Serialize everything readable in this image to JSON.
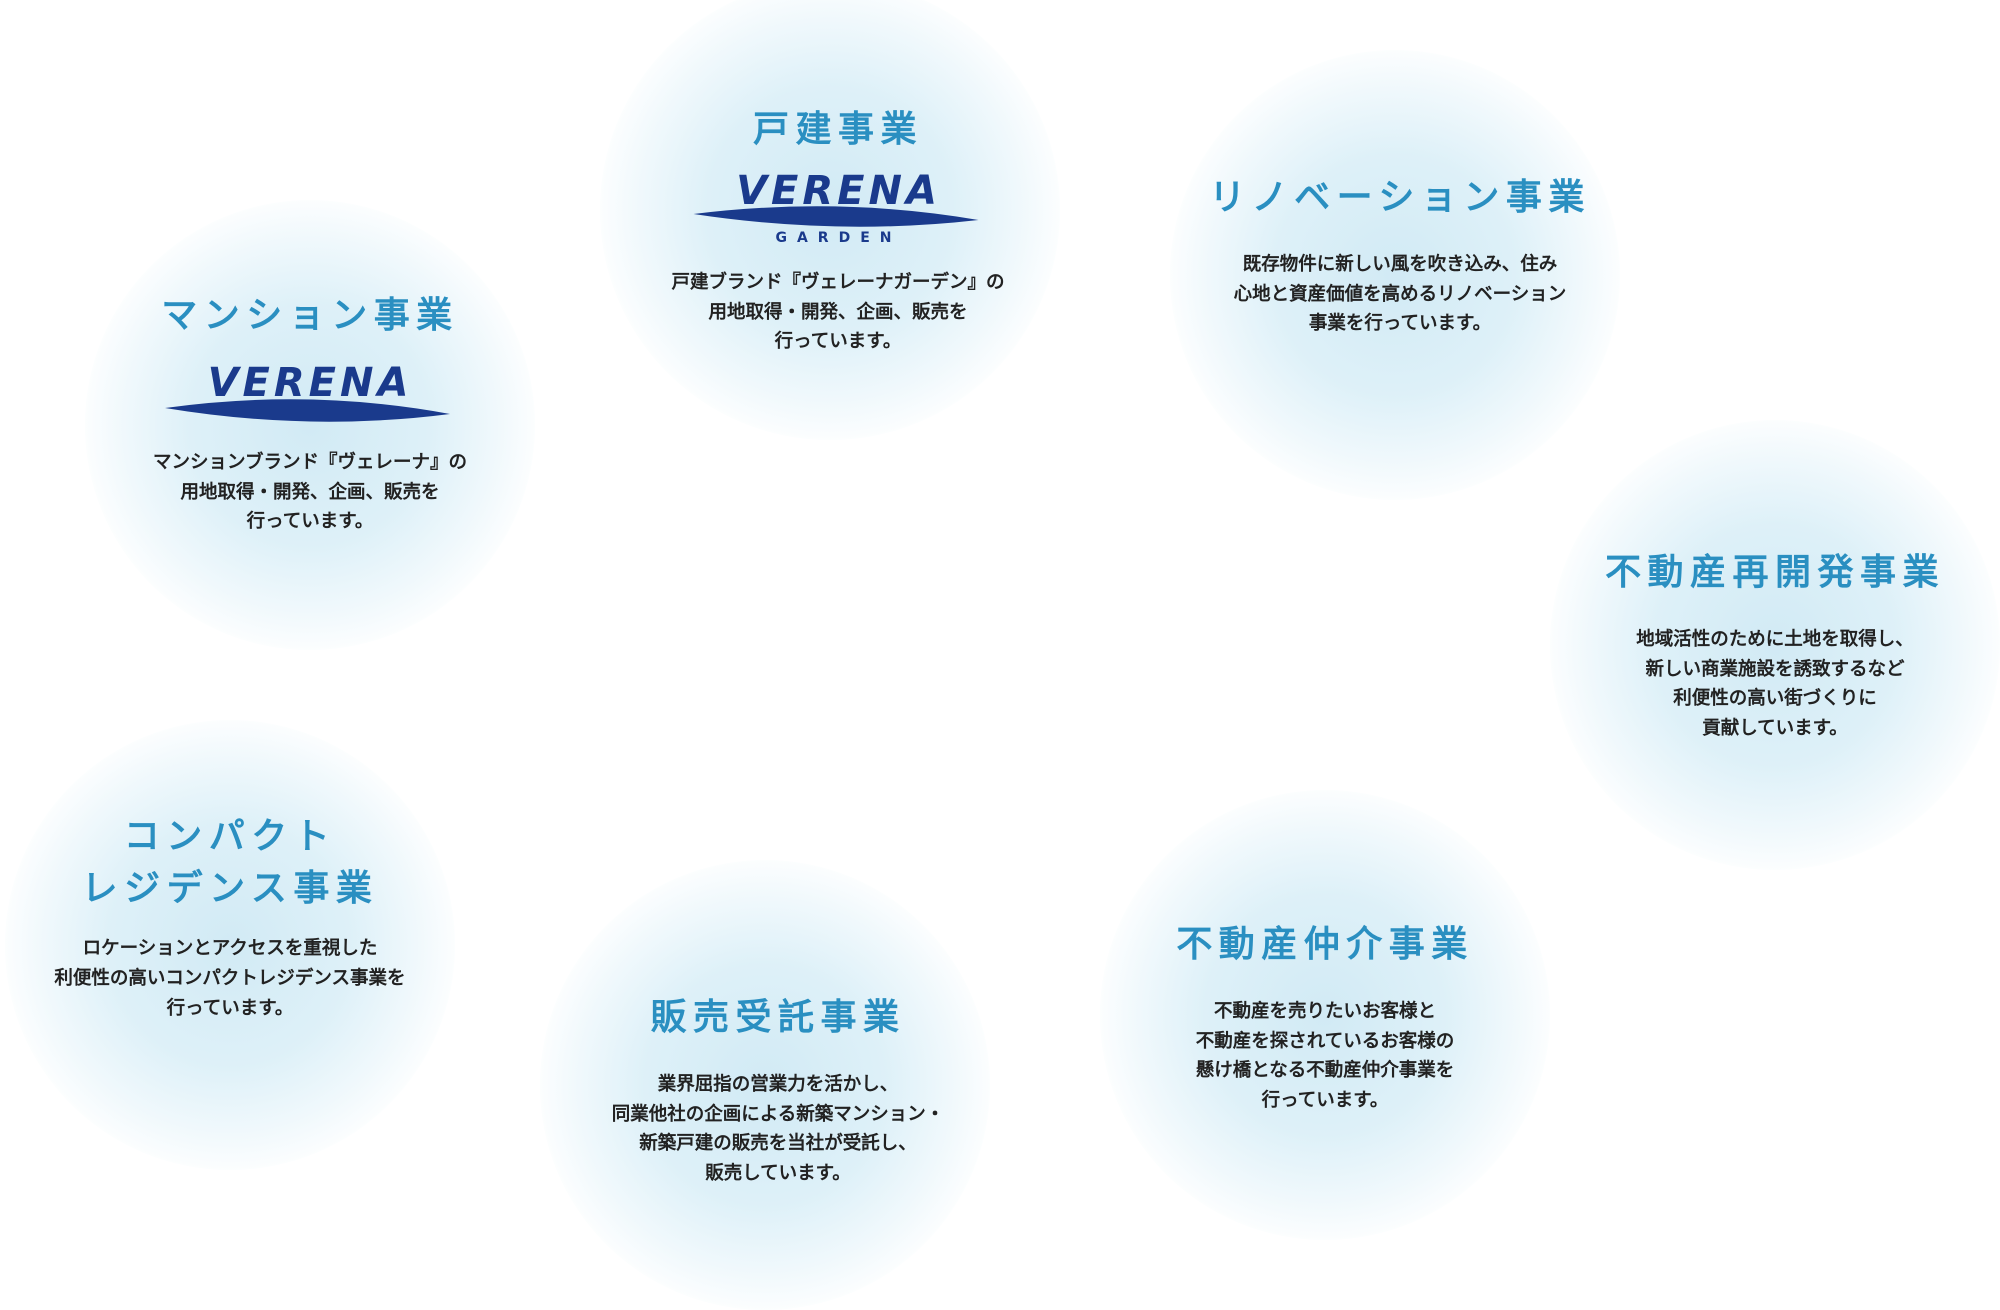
{
  "businesses": {
    "mansion": {
      "title": "マンション事業",
      "logo_text": "VERENA",
      "desc": [
        "マンションブランド『ヴェレーナ』の",
        "用地取得・開発、企画、販売を",
        "行っています。"
      ]
    },
    "detached": {
      "title": "戸建事業",
      "logo_text": "VERENA",
      "logo_sub": "GARDEN",
      "desc": [
        "戸建ブランド『ヴェレーナガーデン』の",
        "用地取得・開発、企画、販売を",
        "行っています。"
      ]
    },
    "renovation": {
      "title": "リノベーション事業",
      "desc": [
        "既存物件に新しい風を吹き込み、住み",
        "心地と資産価値を高めるリノベーション",
        "事業を行っています。"
      ]
    },
    "redevelopment": {
      "title": "不動産再開発事業",
      "desc": [
        "地域活性のために土地を取得し、",
        "新しい商業施設を誘致するなど",
        "利便性の高い街づくりに",
        "貢献しています。"
      ]
    },
    "brokerage": {
      "title": "不動産仲介事業",
      "desc": [
        "不動産を売りたいお客様と",
        "不動産を探されているお客様の",
        "懸け橋となる不動産仲介事業を",
        "行っています。"
      ]
    },
    "sales_agency": {
      "title": "販売受託事業",
      "desc": [
        "業界屈指の営業力を活かし、",
        "同業他社の企画による新築マンション・",
        "新築戸建の販売を当社が受託し、",
        "販売しています。"
      ]
    },
    "compact": {
      "title_lines": [
        "コンパクト",
        "レジデンス事業"
      ],
      "desc": [
        "ロケーションとアクセスを重視した",
        "利便性の高いコンパクトレジデンス事業を",
        "行っています。"
      ]
    }
  },
  "colors": {
    "title": "#2a8fc1",
    "text": "#222222",
    "logo": "#1a3a8c",
    "bubble": "#cfe9f4"
  }
}
